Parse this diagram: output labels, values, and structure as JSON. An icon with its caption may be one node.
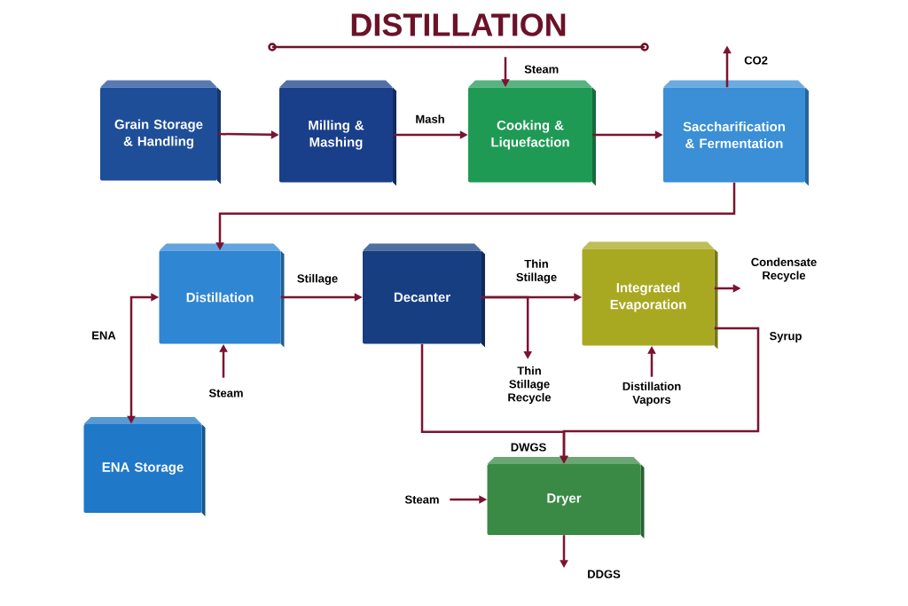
{
  "diagram": {
    "title": "DISTILLATION",
    "nodes": [
      {
        "text": [
          "Grain Storage & Handling"
        ]
      },
      {
        "text": [
          "Milling & Mashing"
        ]
      },
      {
        "text": [
          "Cooking & Liquefaction"
        ]
      },
      {
        "text": [
          "Saccharification & Fermentation"
        ]
      },
      {
        "text": [
          "Distillation"
        ]
      },
      {
        "text": [
          "Decanter"
        ]
      },
      {
        "text": [
          "Integrated Evaporation"
        ]
      },
      {
        "text": [
          "ENA Storage"
        ]
      },
      {
        "text": [
          "Dryer"
        ]
      }
    ],
    "edges": [
      {
        "from": 0,
        "to": 1,
        "arrow": "to"
      },
      {
        "from": 1,
        "to": 2,
        "arrow": "to",
        "label": "Mash"
      },
      {
        "from": null,
        "to": 2,
        "arrow": "to",
        "label": "Steam"
      },
      {
        "from": 2,
        "to": 3,
        "arrow": "to"
      },
      {
        "from": 3,
        "to": null,
        "arrow": "to",
        "label": "CO2"
      },
      {
        "from": 3,
        "to": 4,
        "arrow": "to"
      },
      {
        "from": 4,
        "to": 7,
        "arrow": "both",
        "label": "ENA"
      },
      {
        "from": null,
        "to": 4,
        "arrow": "to",
        "label": "Steam"
      },
      {
        "from": 4,
        "to": 5,
        "arrow": "to",
        "label": "Stillage"
      },
      {
        "from": 5,
        "to": 6,
        "arrow": "to",
        "label": "Thin Stillage"
      },
      {
        "from": 5,
        "to": null,
        "arrow": "to",
        "label": "Thin Stillage Recycle"
      },
      {
        "from": 6,
        "to": null,
        "arrow": "to",
        "label": "Condensate Recycle"
      },
      {
        "from": 6,
        "to": 8,
        "arrow": "to",
        "label": "Syrup"
      },
      {
        "from": null,
        "to": 6,
        "arrow": "to",
        "label": "Distillation Vapors"
      },
      {
        "from": 5,
        "to": 8,
        "arrow": "to",
        "label": "DWGS"
      },
      {
        "from": null,
        "to": 8,
        "arrow": "to",
        "label": "Steam"
      },
      {
        "from": 8,
        "to": null,
        "arrow": "to",
        "label": "DDGS"
      }
    ]
  }
}
